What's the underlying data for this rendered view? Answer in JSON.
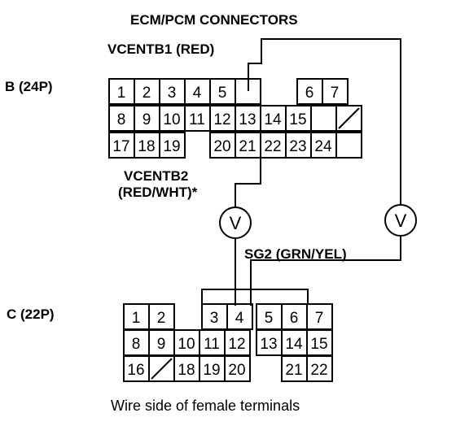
{
  "title": "ECM/PCM CONNECTORS",
  "connector_b": {
    "label": "B (24P)",
    "row1": [
      "1",
      "2",
      "3",
      "4",
      "5",
      "6",
      "7"
    ],
    "row2": [
      "8",
      "9",
      "10",
      "11",
      "12",
      "13",
      "14",
      "15"
    ],
    "row3": [
      "17",
      "18",
      "19",
      "20",
      "21",
      "22",
      "23",
      "24"
    ]
  },
  "connector_c": {
    "label": "C (22P)",
    "row1": [
      "1",
      "2",
      "3",
      "4",
      "5",
      "6",
      "7"
    ],
    "row2": [
      "8",
      "9",
      "10",
      "11",
      "12",
      "13",
      "14",
      "15"
    ],
    "row3": [
      "16",
      "18",
      "19",
      "20",
      "21",
      "22"
    ]
  },
  "wires": {
    "vcentb1": "VCENTB1 (RED)",
    "vcentb2_line1": "VCENTB2",
    "vcentb2_line2": "(RED/WHT)*",
    "sg2": "SG2 (GRN/YEL)"
  },
  "meter_symbol": "V",
  "caption": "Wire side of female terminals"
}
